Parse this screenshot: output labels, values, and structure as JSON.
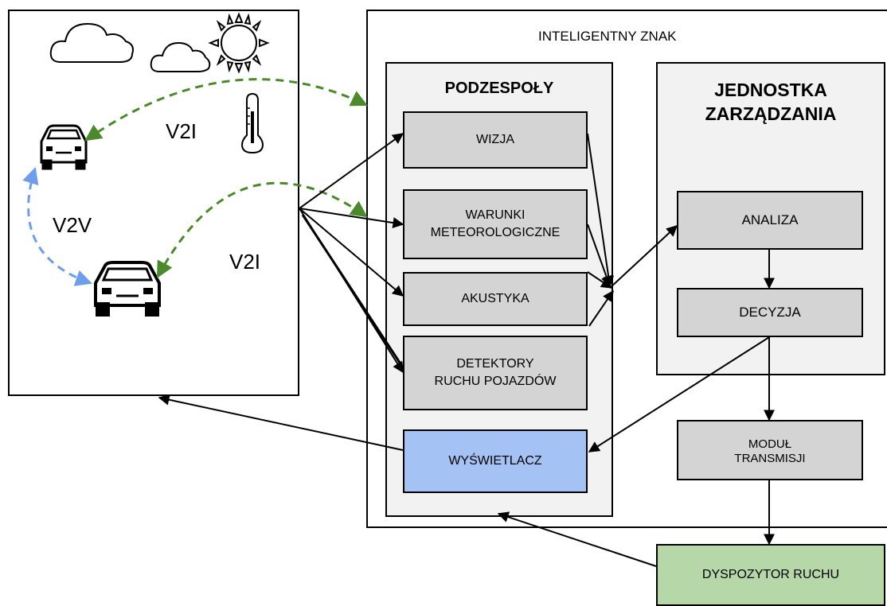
{
  "sign_title": "INTELIGENTNY ZNAK",
  "subsystems": {
    "title": "PODZESPOŁY",
    "wizja": "WIZJA",
    "warunki_l1": "WARUNKI",
    "warunki_l2": "METEOROLOGICZNE",
    "akustyka": "AKUSTYKA",
    "detektory_l1": "DETEKTORY",
    "detektory_l2": "RUCHU POJAZDÓW",
    "wyswietlacz": "WYŚWIETLACZ"
  },
  "management": {
    "title_l1": "JEDNOSTKA",
    "title_l2": "ZARZĄDZANIA",
    "analiza": "ANALIZA",
    "decyzja": "DECYZJA"
  },
  "transmission_l1": "MODUŁ",
  "transmission_l2": "TRANSMISJI",
  "dispatcher": "DYSPOZYTOR RUCHU",
  "links": {
    "v2i_top": "V2I",
    "v2v": "V2V",
    "v2i_bottom": "V2I"
  },
  "icons": [
    "cloud-icon",
    "cloud-icon",
    "sun-icon",
    "thermometer-icon",
    "car-icon",
    "car-icon"
  ],
  "colors": {
    "module_gray": "#d4d4d4",
    "panel_gray": "#f2f2f2",
    "display_blue": "#a4c2f4",
    "dispatcher_green": "#b6d7a8",
    "v2i_green": "#4a8a2a",
    "v2v_blue": "#6d9eeb"
  }
}
